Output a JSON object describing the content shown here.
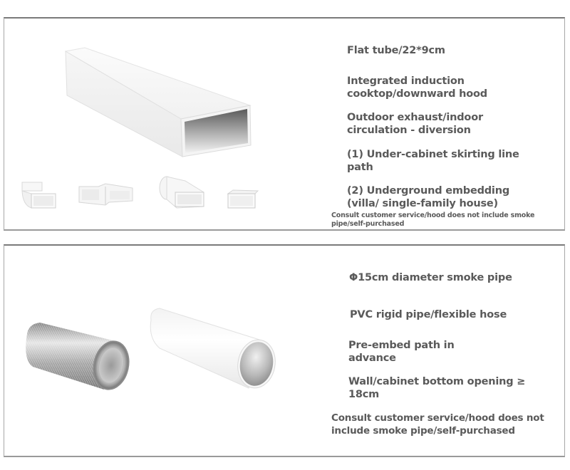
{
  "panels": [
    {
      "title": "Flat tube panel",
      "product_images": [
        "flat-rectangular-duct",
        "elbow-vertical-fitting",
        "elbow-horizontal-fitting",
        "round-to-flat-adapter",
        "straight-connector"
      ],
      "lines": [
        "Flat tube/22*9cm",
        "Integrated induction cooktop/downward hood",
        "Outdoor exhaust/indoor circulation - diversion",
        "(1) Under-cabinet skirting line path",
        "(2) Underground embedding (villa/ single-family house)"
      ],
      "note": "Consult customer service/hood does not include smoke pipe/self-purchased"
    },
    {
      "title": "Round pipe panel",
      "product_images": [
        "aluminum-flexible-hose",
        "pvc-rigid-round-pipe"
      ],
      "lines": [
        "Φ15cm diameter smoke pipe",
        "PVC rigid pipe/flexible hose",
        "Pre-embed path in advance",
        "Wall/cabinet bottom opening ≥ 18cm"
      ],
      "note": "Consult customer service/hood does not include smoke pipe/self-purchased"
    }
  ],
  "colors": {
    "text": "#5a5a5a",
    "border": "#9a9a9a",
    "background": "#ffffff"
  }
}
